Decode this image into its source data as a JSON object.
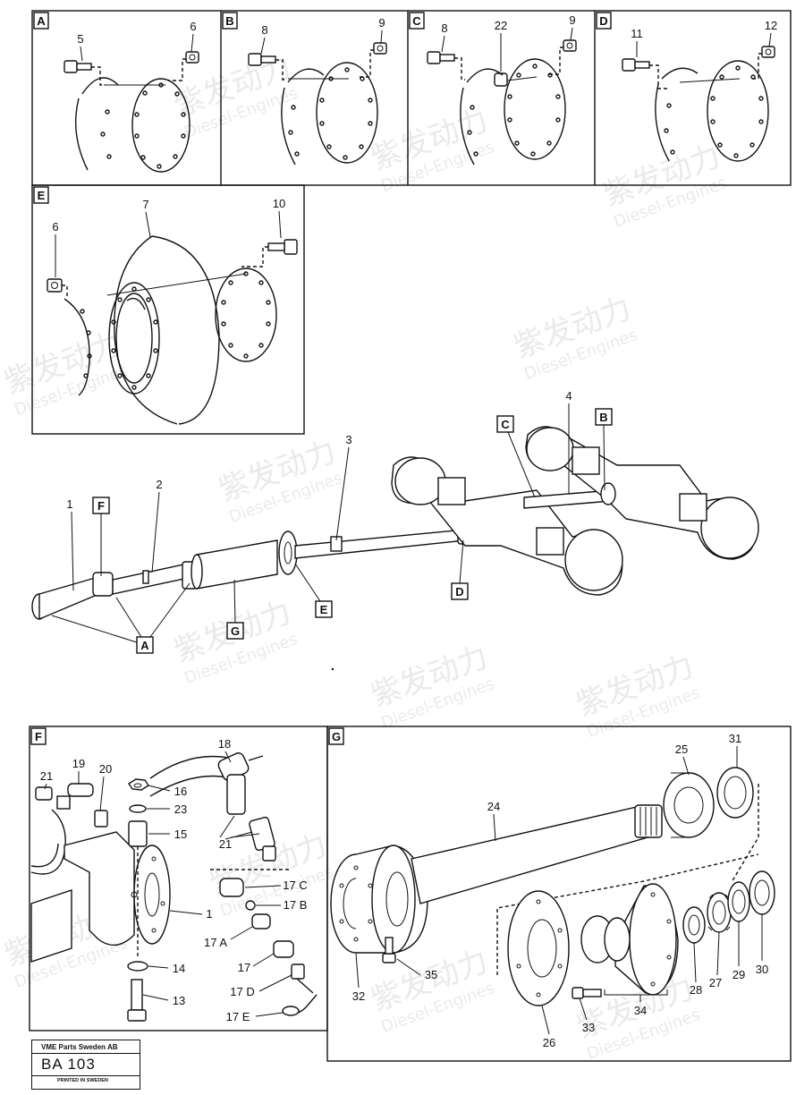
{
  "panels": {
    "A": {
      "letter": "A",
      "parts": [
        "5",
        "6"
      ]
    },
    "B": {
      "letter": "B",
      "parts": [
        "8",
        "9"
      ]
    },
    "C": {
      "letter": "C",
      "parts": [
        "8",
        "22",
        "9"
      ]
    },
    "D": {
      "letter": "D",
      "parts": [
        "11",
        "12"
      ]
    },
    "E": {
      "letter": "E",
      "parts": [
        "7",
        "10",
        "6"
      ]
    },
    "F": {
      "letter": "F",
      "parts": [
        "21",
        "19",
        "20",
        "18",
        "16",
        "23",
        "15",
        "21",
        "17 C",
        "17 B",
        "1",
        "17 A",
        "17",
        "17 D",
        "14",
        "13",
        "17 E"
      ]
    },
    "G": {
      "letter": "G",
      "parts": [
        "25",
        "31",
        "24",
        "35",
        "32",
        "28",
        "27",
        "29",
        "30",
        "33",
        "34",
        "26"
      ]
    }
  },
  "overview": {
    "parts": [
      "1",
      "2",
      "3",
      "4"
    ],
    "callouts": [
      "A",
      "B",
      "C",
      "D",
      "E",
      "F",
      "G"
    ]
  },
  "watermark": {
    "brand_cn": "紫发动力",
    "brand_en": "Diesel-Engines"
  },
  "footer": {
    "company": "VME Parts Sweden AB",
    "code": "BA  103",
    "printed": "PRINTED IN SWEDEN"
  }
}
